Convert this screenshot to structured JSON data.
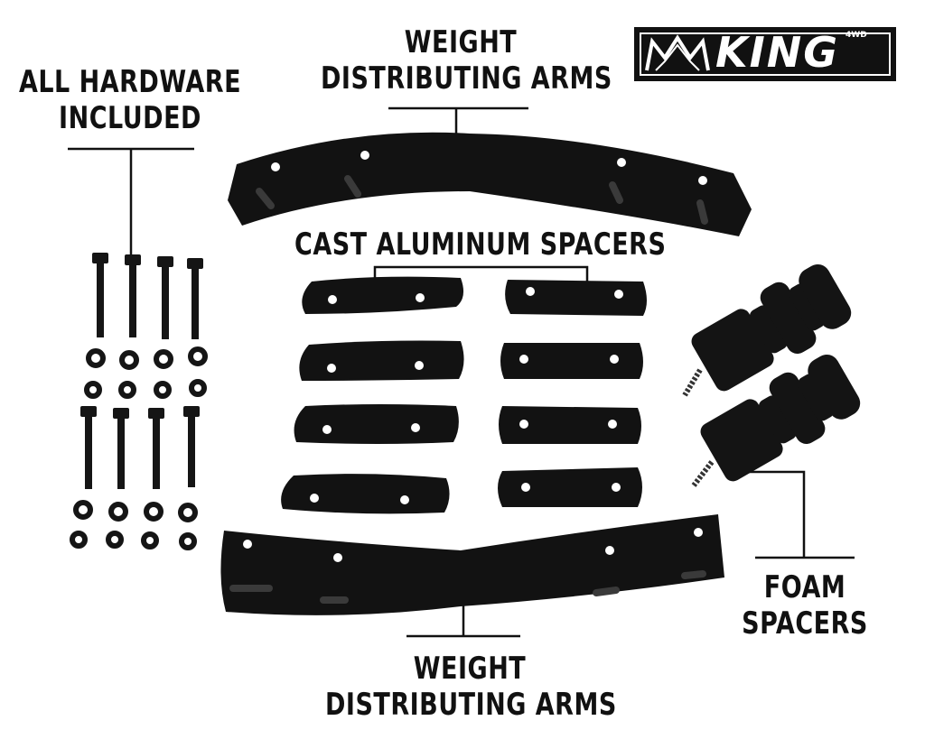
{
  "labels": {
    "top_arms_line1": "WEIGHT",
    "top_arms_line2": "DISTRIBUTING ARMS",
    "hardware_line1": "ALL HARDWARE",
    "hardware_line2": "INCLUDED",
    "spacers": "CAST ALUMINUM SPACERS",
    "foam_line1": "FOAM",
    "foam_line2": "SPACERS",
    "bottom_arms_line1": "WEIGHT",
    "bottom_arms_line2": "DISTRIBUTING ARMS"
  },
  "logo": {
    "word": "KING",
    "sub": "4WD"
  },
  "colors": {
    "part": "#121212",
    "ink": "#111111",
    "background": "#ffffff"
  },
  "icons": [
    "crown-icon"
  ]
}
